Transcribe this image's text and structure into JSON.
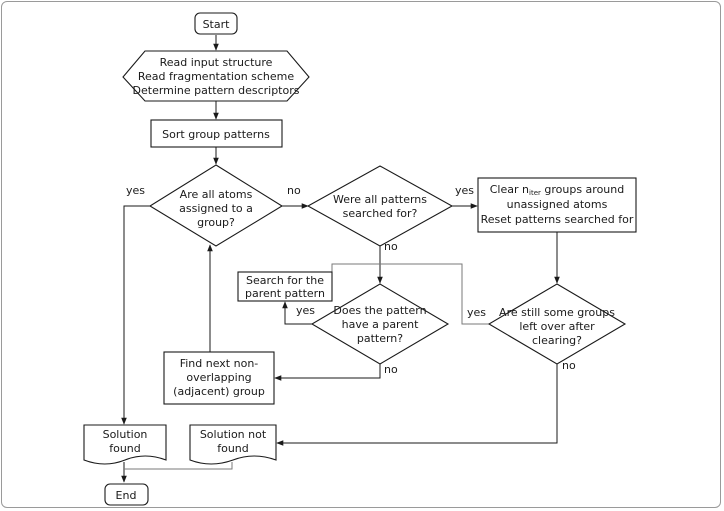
{
  "nodes": {
    "start": {
      "label": "Start"
    },
    "read_input": {
      "lines": [
        "Read input structure",
        "Read fragmentation scheme",
        "Determine pattern descriptors"
      ]
    },
    "sort": {
      "label": "Sort group patterns"
    },
    "all_assigned": {
      "lines": [
        "Are all atoms",
        "assigned to a",
        "group?"
      ]
    },
    "all_searched": {
      "lines": [
        "Were all patterns",
        "searched for?"
      ]
    },
    "clear": {
      "line1_pre": "Clear n",
      "line1_sub": "iter",
      "line1_post": " groups around",
      "line2": "unassigned atoms",
      "line3": "Reset patterns searched for"
    },
    "search_parent": {
      "lines": [
        "Search for the",
        "parent pattern"
      ]
    },
    "has_parent": {
      "lines": [
        "Does the pattern",
        "have a parent",
        "pattern?"
      ]
    },
    "left_over": {
      "lines": [
        "Are still some groups",
        "left over after",
        "clearing?"
      ]
    },
    "find_next": {
      "lines": [
        "Find next non-",
        "overlapping",
        "(adjacent) group"
      ]
    },
    "solution_found": {
      "lines": [
        "Solution",
        "found"
      ]
    },
    "solution_not_found": {
      "lines": [
        "Solution not",
        "found"
      ]
    },
    "end": {
      "label": "End"
    }
  },
  "edge_labels": {
    "assigned_yes": "yes",
    "assigned_no": "no",
    "searched_yes": "yes",
    "searched_no": "no",
    "parent_yes": "yes",
    "parent_no": "no",
    "leftover_yes": "yes",
    "leftover_no": "no"
  }
}
